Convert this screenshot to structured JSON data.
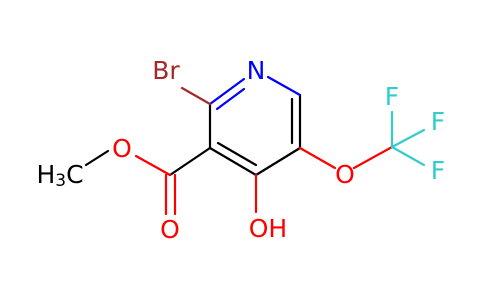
{
  "molecule": {
    "atoms": {
      "n": "N",
      "br": "Br",
      "oh": "OH",
      "o_ether": "O",
      "o_ester_single": "O",
      "o_ester_double": "O",
      "f1": "F",
      "f2": "F",
      "f3": "F",
      "methyl_main": "H",
      "methyl_sub": "3",
      "methyl_c": "C"
    }
  }
}
